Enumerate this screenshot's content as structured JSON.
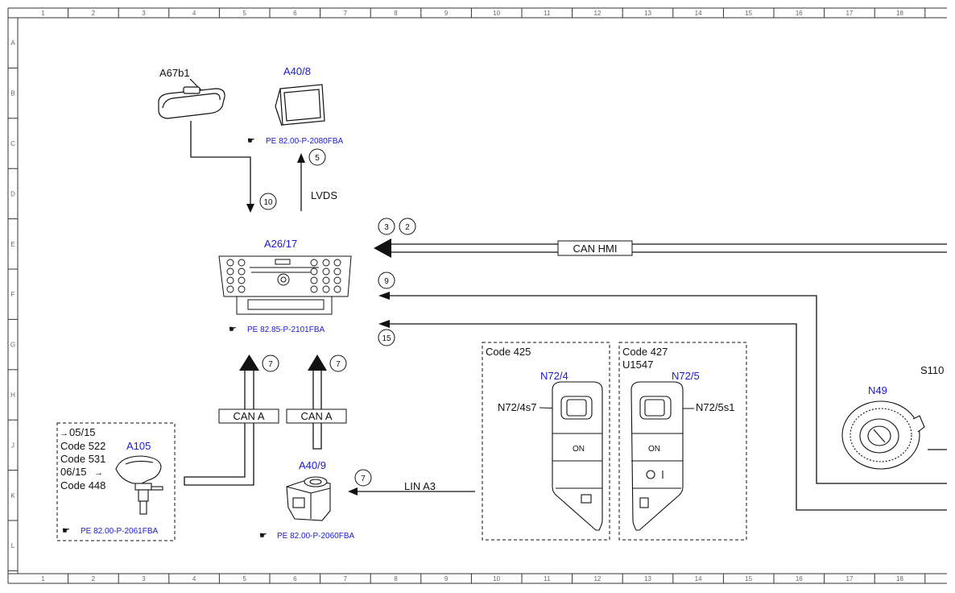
{
  "colors": {
    "link_blue": "#1a1acc",
    "line_black": "#111111"
  },
  "frame": {
    "columns": [
      "1",
      "2",
      "3",
      "4",
      "5",
      "6",
      "7",
      "8",
      "9",
      "10",
      "11",
      "12",
      "13",
      "14",
      "15",
      "16",
      "17",
      "18"
    ],
    "rows": [
      "A",
      "B",
      "C",
      "D",
      "E",
      "F",
      "G",
      "H",
      "J",
      "K",
      "L"
    ]
  },
  "components": {
    "a67b1": {
      "label": "A67b1",
      "icon": "rearview-mirror-icon"
    },
    "a40_8": {
      "label": "A40/8",
      "ref": "PE 82.00-P-2080FBA",
      "icon": "display-screen-icon"
    },
    "a26_17": {
      "label": "A26/17",
      "ref": "PE 82.85-P-2101FBA",
      "icon": "head-unit-icon"
    },
    "a105": {
      "label": "A105",
      "ref": "PE 82.00-P-2061FBA",
      "icon": "gear-selector-icon"
    },
    "a40_9": {
      "label": "A40/9",
      "ref": "PE 82.00-P-2060FBA",
      "icon": "controller-knob-icon"
    },
    "n72_4": {
      "label": "N72/4",
      "sub": "N72/4s7",
      "on": "ON",
      "icon": "switch-panel-icon"
    },
    "n72_5": {
      "label": "N72/5",
      "sub": "N72/5s1",
      "on": "ON",
      "icon": "switch-panel-icon"
    },
    "n49": {
      "label": "N49",
      "icon": "steering-angle-sensor-icon"
    },
    "s110": {
      "label": "S110"
    }
  },
  "boxes": {
    "code_425": {
      "title": "Code 425"
    },
    "code_427": {
      "title": "Code 427",
      "line2": "U1547"
    },
    "a105_box": {
      "lines": [
        "05/15",
        "Code 522",
        "Code 531",
        "06/15",
        "Code 448"
      ]
    }
  },
  "buses": {
    "lvds": "LVDS",
    "can_hmi": "CAN HMI",
    "can_a_left": "CAN A",
    "can_a_right": "CAN A",
    "lin_a3": "LIN A3"
  },
  "markers": {
    "m10": "10",
    "m5": "5",
    "m3": "3",
    "m2": "2",
    "m9": "9",
    "m15": "15",
    "m7a": "7",
    "m7b": "7",
    "m7c": "7"
  }
}
